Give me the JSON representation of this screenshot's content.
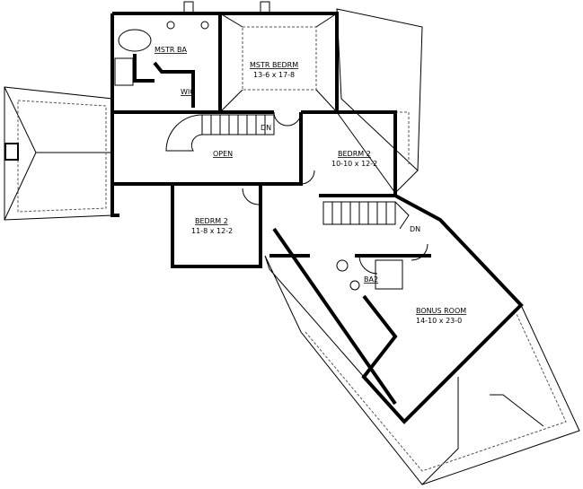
{
  "rooms": {
    "mstr_ba": {
      "name": "MSTR BA"
    },
    "wic": {
      "name": "WIC"
    },
    "mstr_bedrm": {
      "name": "MSTR BEDRM",
      "size": "13-6 x 17-8"
    },
    "open": {
      "name": "OPEN"
    },
    "bedrm2_right": {
      "name": "BEDRM 2",
      "size": "10-10 x 12-2"
    },
    "bedrm2_left": {
      "name": "BEDRM 2",
      "size": "11-8 x 12-2"
    },
    "ba2": {
      "name": "BA2"
    },
    "bonus_room": {
      "name": "BONUS ROOM",
      "size": "14-10 x 23-0"
    }
  },
  "stairs": {
    "upper_dn": "DN",
    "lower_dn": "DN"
  }
}
